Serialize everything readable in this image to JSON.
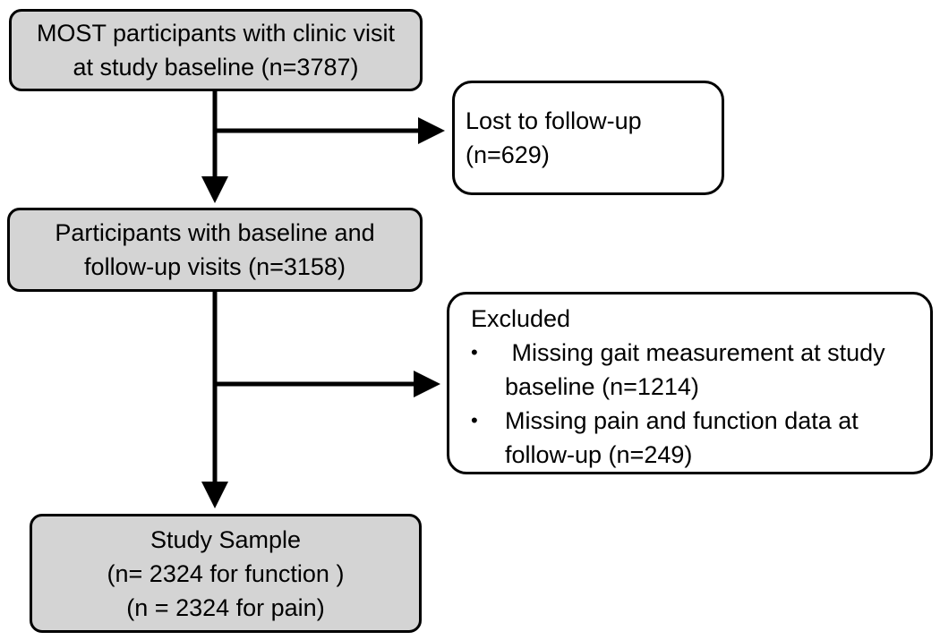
{
  "boxes": {
    "baseline": {
      "lines": [
        "MOST participants with clinic visit",
        "at study baseline (n=3787)"
      ]
    },
    "lost": {
      "lines": [
        "Lost to follow-up",
        "(n=629)"
      ]
    },
    "followup": {
      "lines": [
        "Participants with baseline and",
        "follow-up visits (n=3158)"
      ]
    },
    "excluded": {
      "heading": "Excluded",
      "bullet": "•",
      "items": [
        {
          "lines": [
            " Missing gait measurement at study",
            "baseline (n=1214)"
          ]
        },
        {
          "lines": [
            "Missing pain and function data at",
            "follow-up (n=249)"
          ]
        }
      ]
    },
    "sample": {
      "lines": [
        "Study Sample",
        "(n= 2324 for function )",
        "(n = 2324 for pain)"
      ]
    }
  },
  "colors": {
    "main_box_fill": "#d4d4d4",
    "side_box_fill": "#ffffff",
    "stroke": "#000000"
  }
}
